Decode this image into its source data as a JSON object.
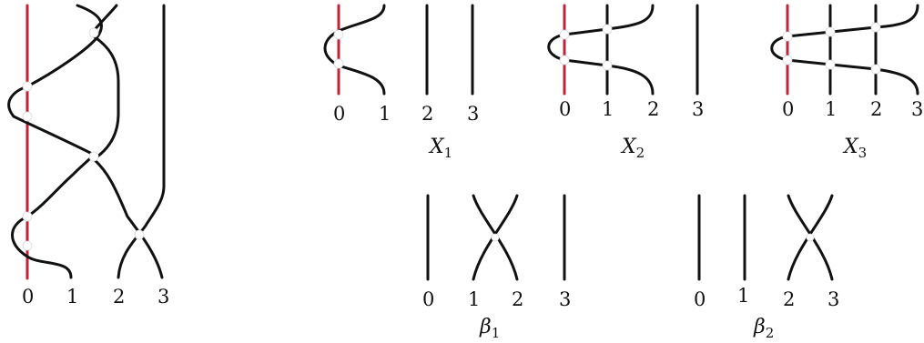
{
  "colors": {
    "pole": "#c0243a",
    "strand": "#111111"
  },
  "main_braid": {
    "labels": [
      "0",
      "1",
      "2",
      "3"
    ]
  },
  "X1": {
    "labels": [
      "0",
      "1",
      "2",
      "3"
    ],
    "caption": {
      "symbol": "X",
      "sub": "1"
    }
  },
  "X2": {
    "labels": [
      "0",
      "1",
      "2",
      "3"
    ],
    "caption": {
      "symbol": "X",
      "sub": "2"
    }
  },
  "X3": {
    "labels": [
      "0",
      "1",
      "2",
      "3"
    ],
    "caption": {
      "symbol": "X",
      "sub": "3"
    }
  },
  "beta1": {
    "labels": [
      "0",
      "1",
      "2",
      "3"
    ],
    "caption": {
      "symbol": "β",
      "sub": "1"
    }
  },
  "beta2": {
    "labels": [
      "0",
      "1",
      "2",
      "3"
    ],
    "caption": {
      "symbol": "β",
      "sub": "2"
    }
  }
}
